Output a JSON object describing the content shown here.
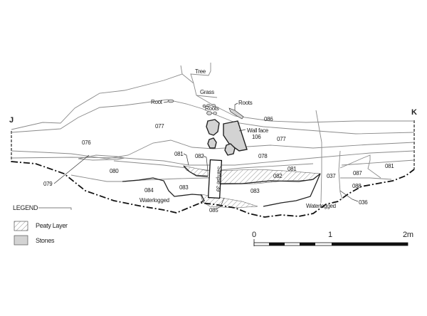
{
  "section": {
    "end_left": "J",
    "end_right": "K"
  },
  "labels": {
    "tree": "Tree",
    "grass": "Grass",
    "root": "Root",
    "roots_left": "Roots",
    "roots_right": "Roots",
    "l086": "086",
    "l077a": "077",
    "wall_face": "Wall face",
    "l106": "106",
    "l077b": "077",
    "l076": "076",
    "l078": "078",
    "l081a": "081",
    "l082a": "082",
    "l081b": "081",
    "l082b": "082",
    "l037": "037",
    "l087": "087",
    "l081c": "081",
    "l080": "080",
    "l083a": "083",
    "l083b": "083",
    "l084": "084",
    "waterlogged_left": "Waterlogged",
    "l088": "088",
    "l079": "079",
    "l085": "085",
    "waterlogged_right": "Waterlogged",
    "l036": "036",
    "sample": "Sample 39"
  },
  "legend": {
    "title": "LEGEND",
    "items": [
      {
        "label": "Peaty Layer",
        "swatch": "hatch"
      },
      {
        "label": "Stones",
        "swatch": "#d3d3d3"
      }
    ]
  },
  "scale": {
    "ticks": [
      "0",
      "1",
      "2m"
    ]
  }
}
